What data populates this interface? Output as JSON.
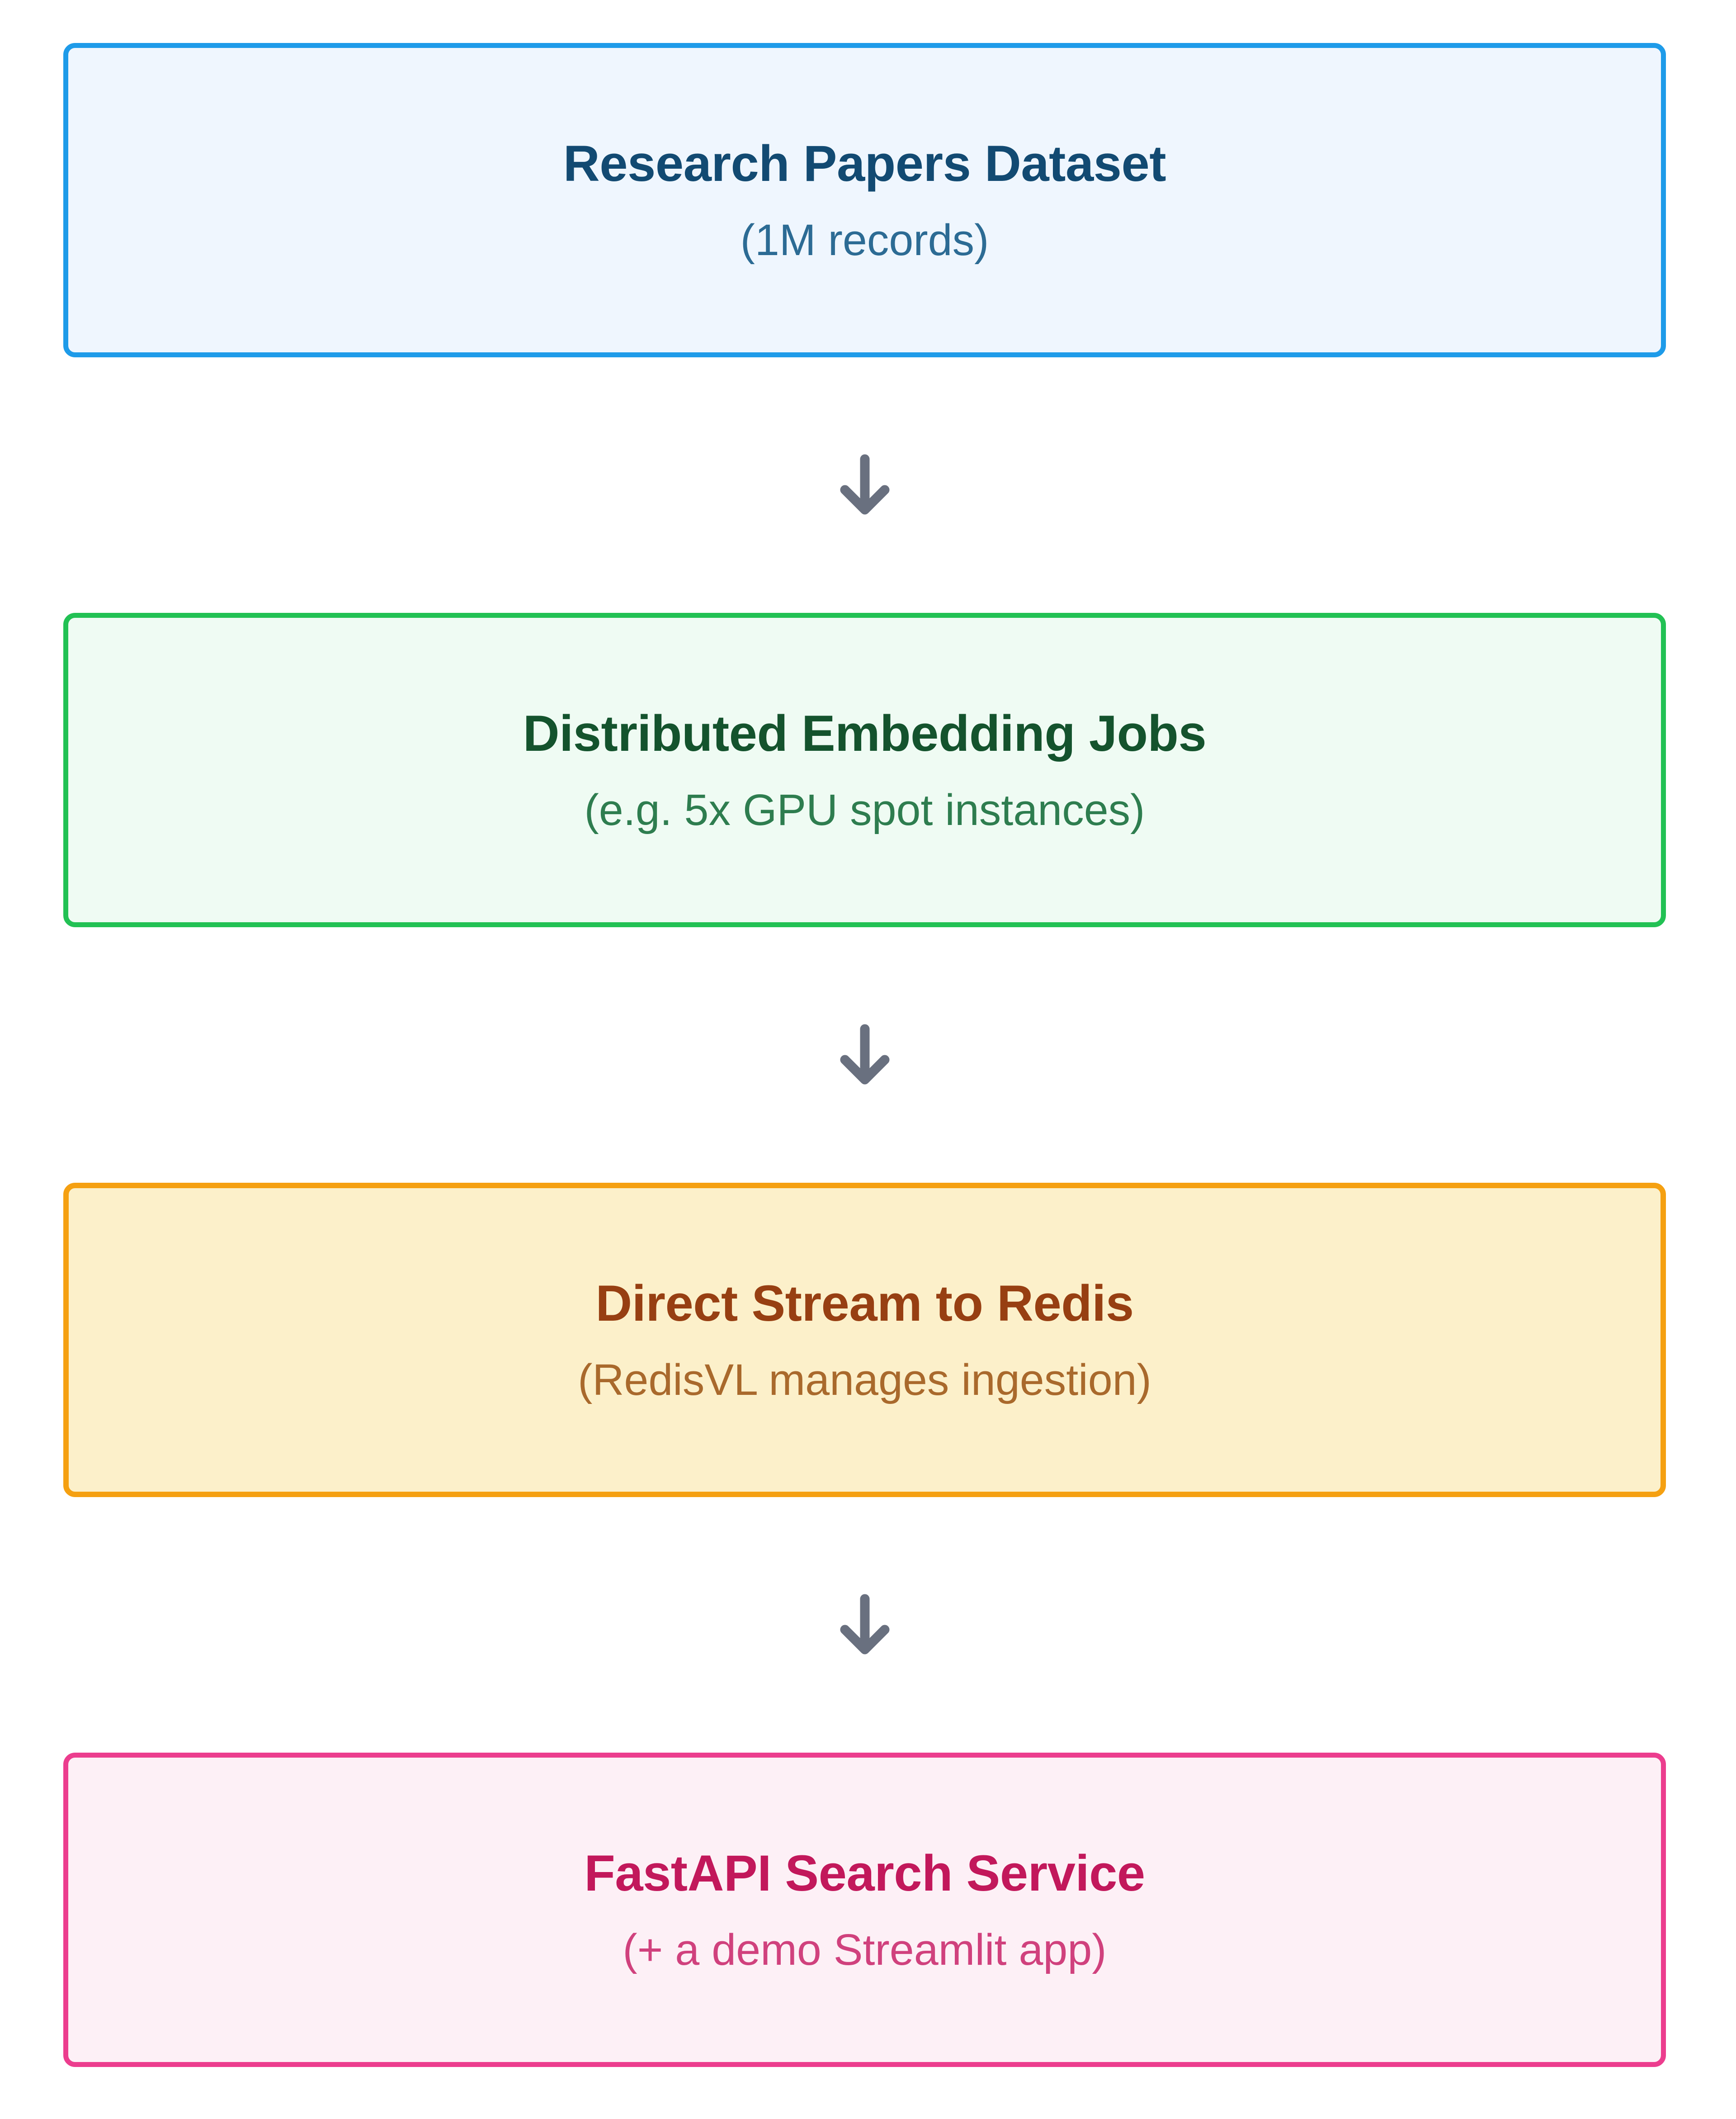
{
  "diagram": {
    "type": "vertical-flowchart",
    "orientation": "top-to-bottom",
    "background": "#ffffff",
    "node_count": 4,
    "connector_count": 3,
    "connector_icon": "arrow-down-icon",
    "connector_color": "#69707F"
  },
  "nodes": [
    {
      "id": "research-papers-dataset",
      "title": "Research Papers Dataset",
      "subtitle": "(1M records)",
      "border_color": "#1E9BE9",
      "fill_color": "#EFF6FE",
      "title_color": "#124A72",
      "subtitle_color": "#2C6B94"
    },
    {
      "id": "distributed-embedding-jobs",
      "title": "Distributed Embedding Jobs",
      "subtitle": "(e.g. 5x GPU spot instances)",
      "border_color": "#22C154",
      "fill_color": "#EFFBF3",
      "title_color": "#14532D",
      "subtitle_color": "#2E7D4F"
    },
    {
      "id": "direct-stream-to-redis",
      "title": "Direct Stream to Redis",
      "subtitle": "(RedisVL manages ingestion)",
      "border_color": "#F5A011",
      "fill_color": "#FCF0CA",
      "title_color": "#973F12",
      "subtitle_color": "#A9692C"
    },
    {
      "id": "fastapi-search-service",
      "title": "FastAPI Search Service",
      "subtitle": "(+ a demo Streamlit app)",
      "border_color": "#EC3D8E",
      "fill_color": "#FDF0F6",
      "title_color": "#C2185B",
      "subtitle_color": "#D0417D"
    }
  ]
}
